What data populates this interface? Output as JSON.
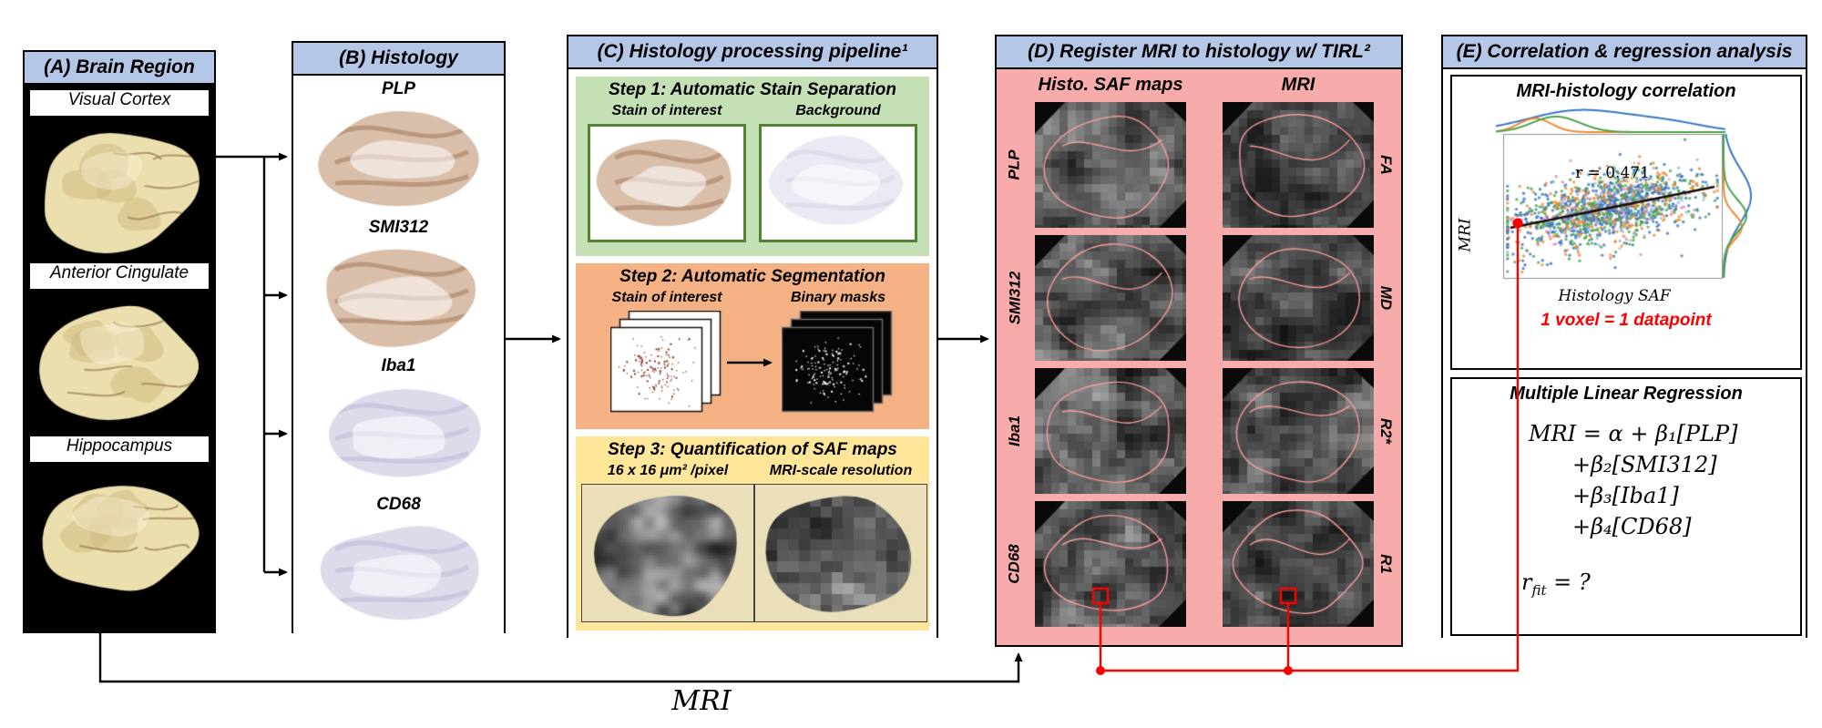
{
  "colors": {
    "header_bg": "#b4c7e7",
    "panel_d_bg": "#f8abab",
    "step1_bg": "#c5e0b4",
    "step2_bg": "#f4b183",
    "step3_bg": "#ffe699",
    "accent_red": "#ff0000"
  },
  "panel_a": {
    "header": "(A) Brain Region",
    "regions": [
      "Visual Cortex",
      "Anterior Cingulate",
      "Hippocampus"
    ]
  },
  "panel_b": {
    "header": "(B) Histology",
    "stains": [
      "PLP",
      "SMI312",
      "Iba1",
      "CD68"
    ]
  },
  "panel_c": {
    "header": "(C) Histology processing pipeline¹",
    "steps": [
      {
        "title": "Step 1: Automatic Stain Separation",
        "left_label": "Stain of interest",
        "right_label": "Background"
      },
      {
        "title": "Step 2: Automatic Segmentation",
        "left_label": "Stain of interest",
        "right_label": "Binary masks"
      },
      {
        "title": "Step 3: Quantification of SAF maps",
        "left_label": "16 x 16 μm² /pixel",
        "right_label": "MRI-scale resolution"
      }
    ]
  },
  "panel_d": {
    "header": "(D) Register MRI to histology w/ TIRL²",
    "col_left": "Histo. SAF maps",
    "col_right": "MRI",
    "rows": [
      {
        "histo": "PLP",
        "mri": "FA"
      },
      {
        "histo": "SMI312",
        "mri": "MD"
      },
      {
        "histo": "Iba1",
        "mri": "R2*"
      },
      {
        "histo": "CD68",
        "mri": "R1"
      }
    ]
  },
  "panel_e": {
    "header": "(E) Correlation & regression analysis",
    "correlation": {
      "title": "MRI-histology correlation",
      "r_text": "r = 0.471",
      "ylabel": "MRI",
      "xlabel": "Histology SAF",
      "note": "1 voxel = 1 datapoint"
    },
    "regression": {
      "title": "Multiple Linear Regression",
      "eq_line1": "MRI = α + β₁[PLP]",
      "eq_line2": "+β₂[SMI312]",
      "eq_line3": "+β₃[Iba1]",
      "eq_line4": "+β₄[CD68]",
      "rfit_r": "r",
      "rfit_sub": "fit",
      "rfit_rest": " = ?"
    }
  },
  "bottom_label": "MRI",
  "chart_data": {
    "type": "scatter",
    "title": "MRI-histology correlation",
    "xlabel": "Histology SAF",
    "ylabel": "MRI",
    "annotations": [
      "r = 0.471",
      "1 voxel = 1 datapoint"
    ],
    "correlation_r": 0.471,
    "regression_trend": "positive",
    "series_colors": [
      "#3a76c4",
      "#f18a32",
      "#4da44d"
    ],
    "legend_position": "none",
    "marginal_densities": [
      "top",
      "right"
    ]
  }
}
